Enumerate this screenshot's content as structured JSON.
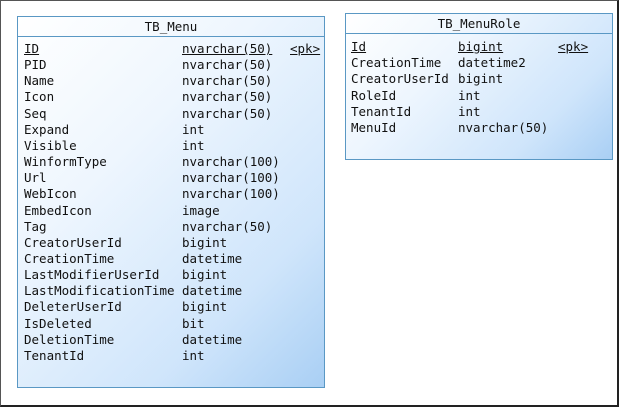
{
  "diagram": {
    "tables": [
      {
        "name": "TB_Menu",
        "columns": [
          {
            "name": "ID",
            "type": "nvarchar(50)",
            "key": "<pk>",
            "primary": true
          },
          {
            "name": "PID",
            "type": "nvarchar(50)",
            "key": ""
          },
          {
            "name": "Name",
            "type": "nvarchar(50)",
            "key": ""
          },
          {
            "name": "Icon",
            "type": "nvarchar(50)",
            "key": ""
          },
          {
            "name": "Seq",
            "type": "nvarchar(50)",
            "key": ""
          },
          {
            "name": "Expand",
            "type": "int",
            "key": ""
          },
          {
            "name": "Visible",
            "type": "int",
            "key": ""
          },
          {
            "name": "WinformType",
            "type": "nvarchar(100)",
            "key": ""
          },
          {
            "name": "Url",
            "type": "nvarchar(100)",
            "key": ""
          },
          {
            "name": "WebIcon",
            "type": "nvarchar(100)",
            "key": ""
          },
          {
            "name": "EmbedIcon",
            "type": "image",
            "key": ""
          },
          {
            "name": "Tag",
            "type": "nvarchar(50)",
            "key": ""
          },
          {
            "name": "CreatorUserId",
            "type": "bigint",
            "key": ""
          },
          {
            "name": "CreationTime",
            "type": "datetime",
            "key": ""
          },
          {
            "name": "LastModifierUserId",
            "type": "bigint",
            "key": ""
          },
          {
            "name": "LastModificationTime",
            "type": "datetime",
            "key": ""
          },
          {
            "name": "DeleterUserId",
            "type": "bigint",
            "key": ""
          },
          {
            "name": "IsDeleted",
            "type": "bit",
            "key": ""
          },
          {
            "name": "DeletionTime",
            "type": "datetime",
            "key": ""
          },
          {
            "name": "TenantId",
            "type": "int",
            "key": ""
          }
        ]
      },
      {
        "name": "TB_MenuRole",
        "columns": [
          {
            "name": "Id",
            "type": "bigint",
            "key": "<pk>",
            "primary": true
          },
          {
            "name": "CreationTime",
            "type": "datetime2",
            "key": ""
          },
          {
            "name": "CreatorUserId",
            "type": "bigint",
            "key": ""
          },
          {
            "name": "RoleId",
            "type": "int",
            "key": ""
          },
          {
            "name": "TenantId",
            "type": "int",
            "key": ""
          },
          {
            "name": "MenuId",
            "type": "nvarchar(50)",
            "key": ""
          }
        ]
      }
    ]
  }
}
